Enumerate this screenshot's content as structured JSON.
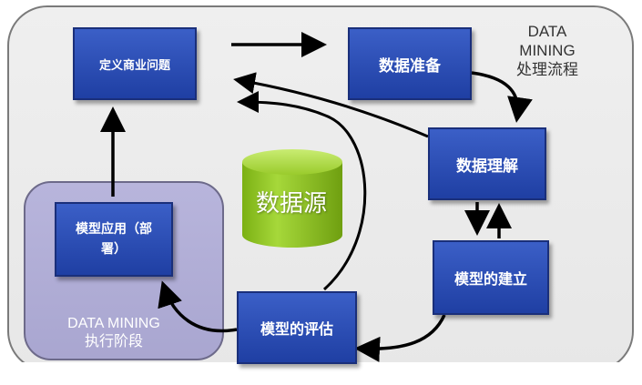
{
  "title": {
    "line1": "DATA",
    "line2": "MINING",
    "line3": "处理流程"
  },
  "steps": {
    "define": "定义商业问题",
    "prepare": "数据准备",
    "understand": "数据理解",
    "build": "模型的建立",
    "evaluate": "模型的评估",
    "deploy_line1": "模型应用（部",
    "deploy_line2": "署）"
  },
  "source": "数据源",
  "execution": {
    "line1": "DATA MINING",
    "line2": "执行阶段"
  },
  "colors": {
    "box": "#2a4cb8",
    "exec_area": "#aeabd4",
    "cylinder": "#8cc21c",
    "panel": "#ececec"
  }
}
